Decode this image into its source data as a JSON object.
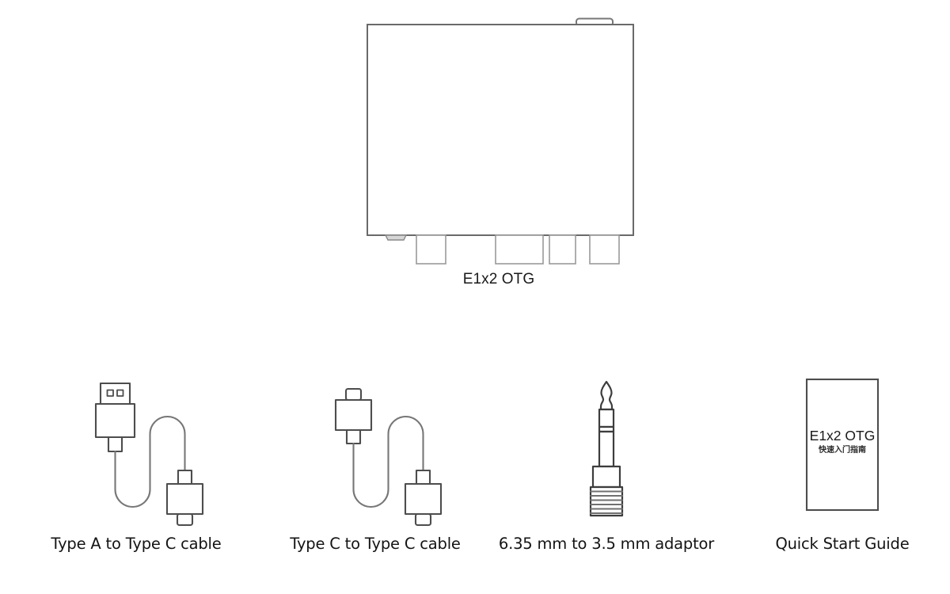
{
  "page": {
    "background_color": "#ffffff",
    "line_color": "#5a5a5a",
    "line_color_dark": "#3a3a3a",
    "text_color": "#141414"
  },
  "device": {
    "caption": "E1x2 OTG",
    "icon_name": "audio-interface-device-outline",
    "ports": [
      {
        "name": "port-1"
      },
      {
        "name": "port-2"
      },
      {
        "name": "port-3"
      },
      {
        "name": "port-4"
      }
    ],
    "top_tab": "top-rounded-tab",
    "bottom_tab": "bottom-small-tab"
  },
  "accessories": [
    {
      "id": "type-a-to-type-c-cable",
      "label": "Type A to Type C cable",
      "icon_name": "usb-a-to-usb-c-cable-icon"
    },
    {
      "id": "type-c-to-type-c-cable",
      "label": "Type C to Type C cable",
      "icon_name": "usb-c-to-usb-c-cable-icon"
    },
    {
      "id": "jack-adaptor",
      "label": "6.35 mm to 3.5 mm adaptor",
      "icon_name": "audio-jack-adaptor-icon"
    },
    {
      "id": "quick-start-guide",
      "label": "Quick Start Guide",
      "icon_name": "booklet-icon",
      "cover_title": "E1x2 OTG",
      "cover_subtitle": "快速入门指南"
    }
  ]
}
